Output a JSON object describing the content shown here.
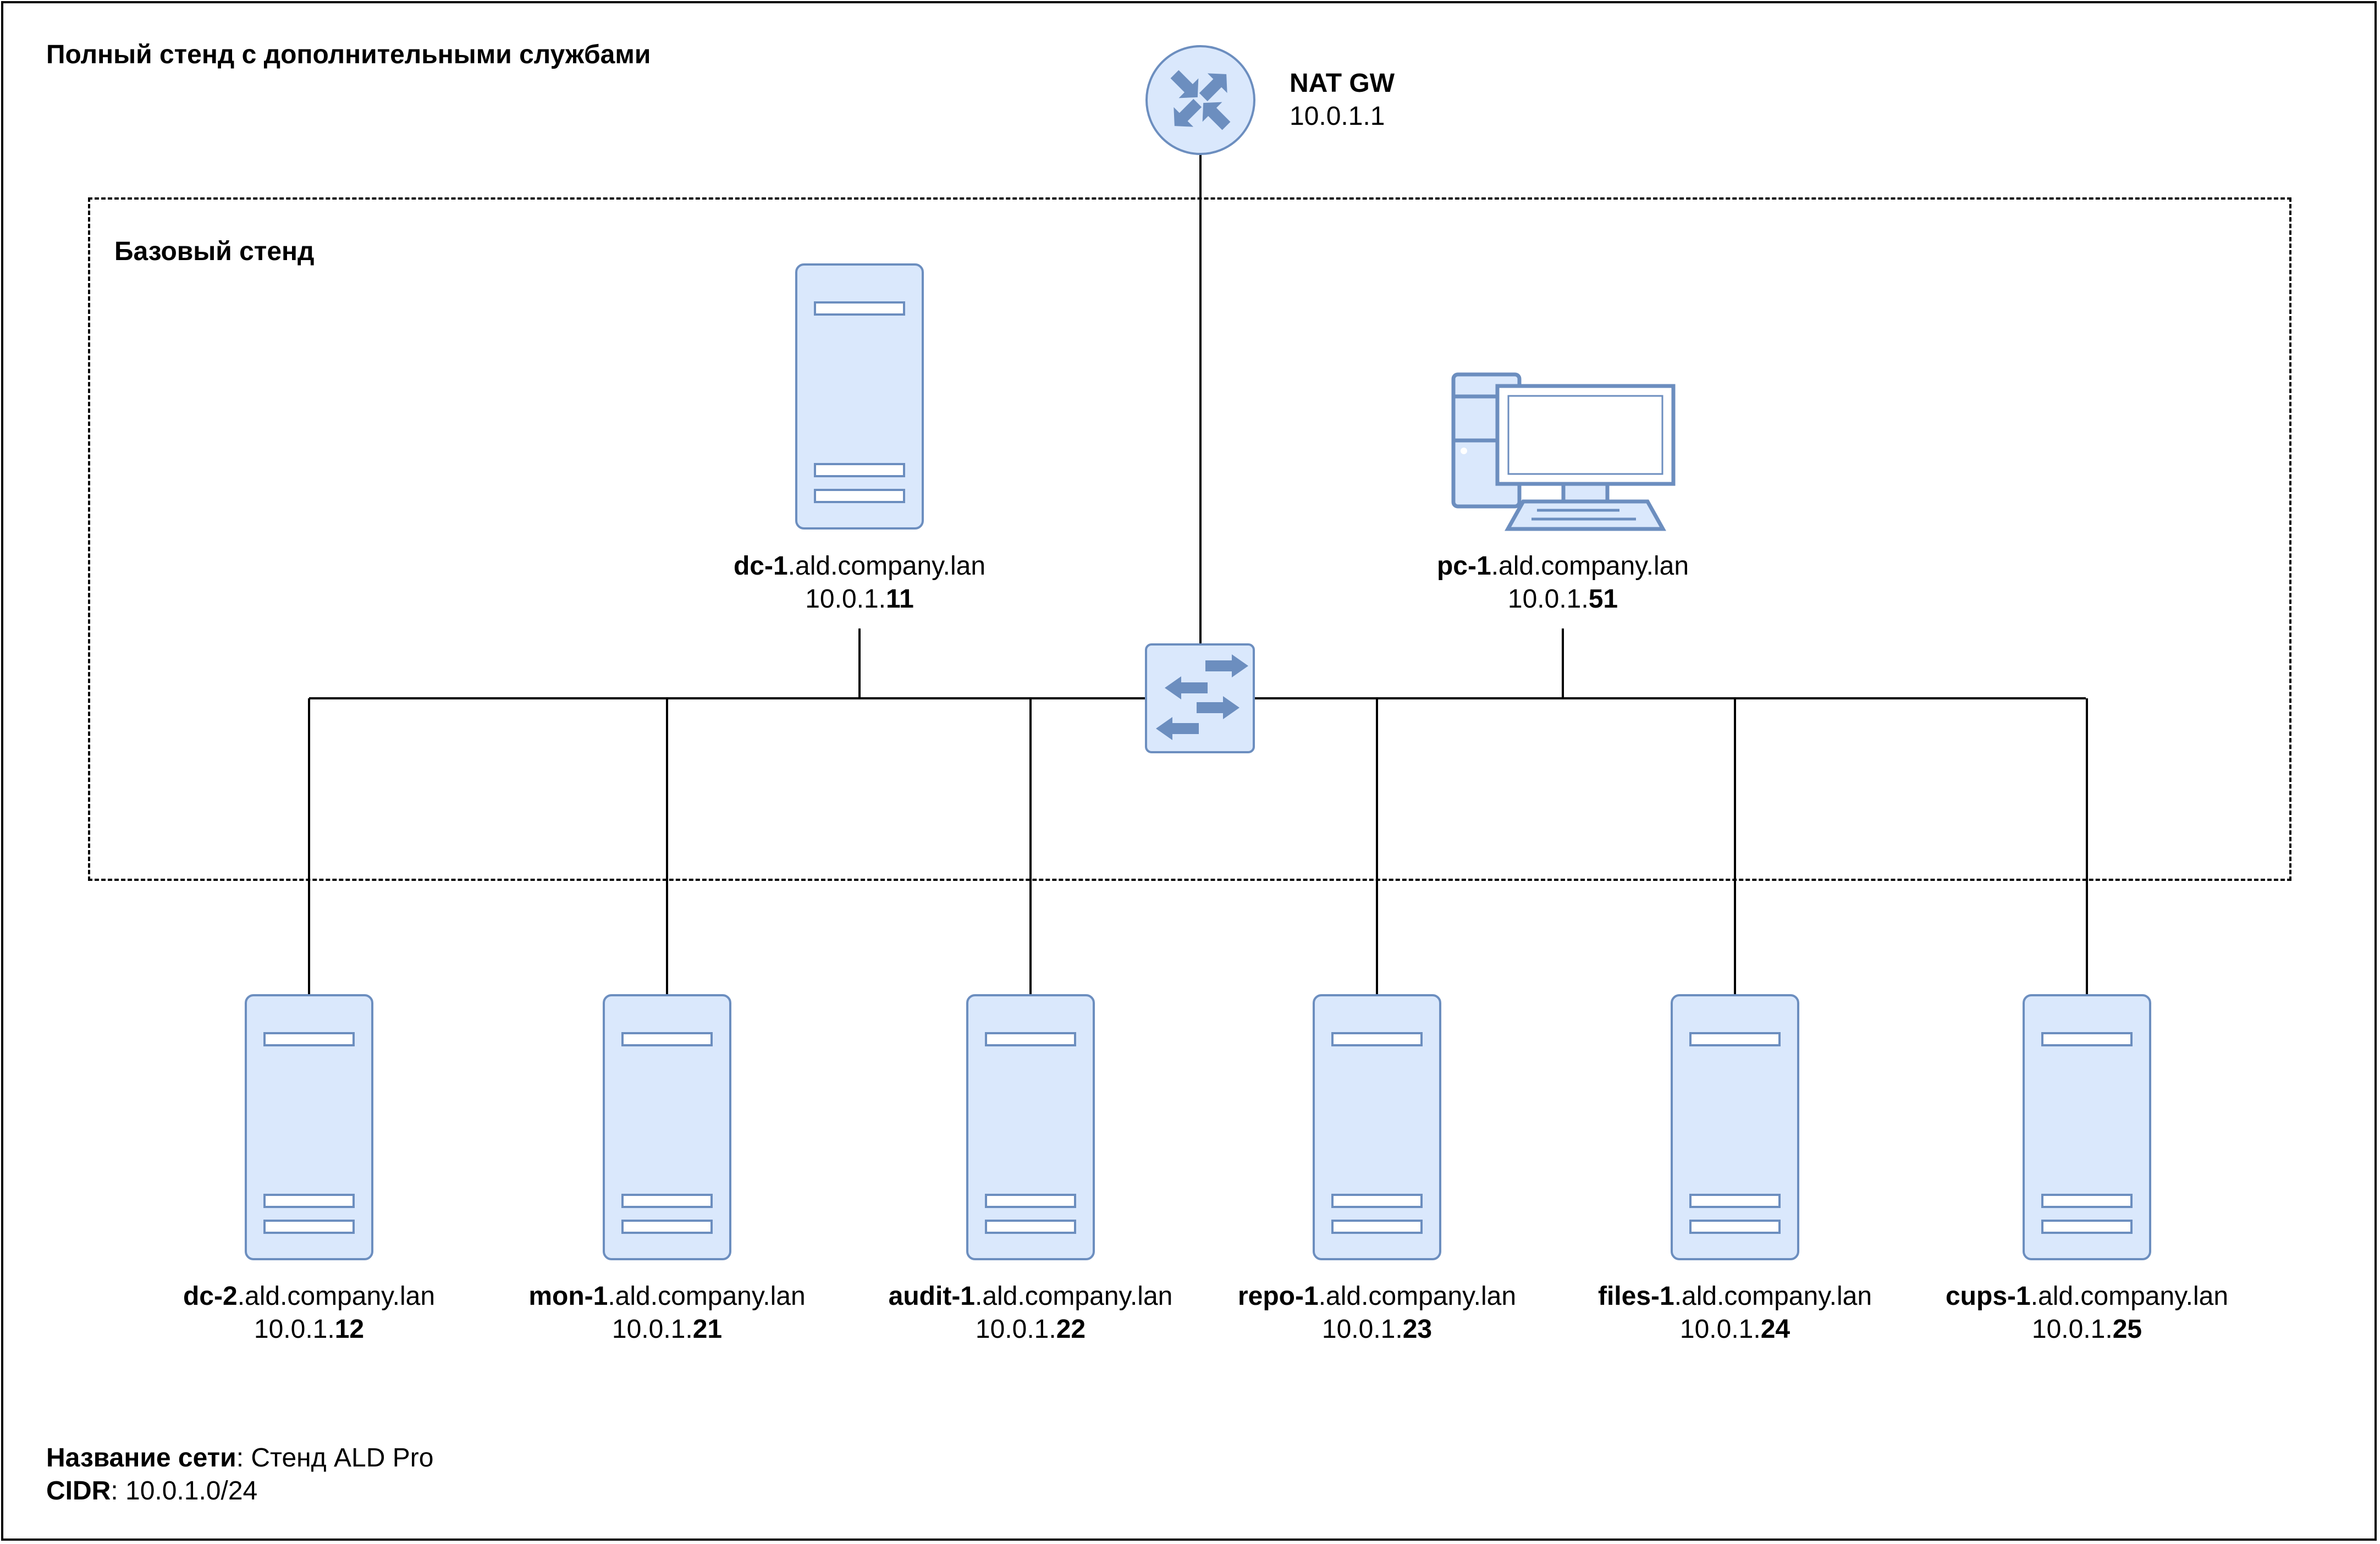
{
  "diagram": {
    "title": "Полный стенд с дополнительными службами",
    "group_label": "Базовый стенд",
    "gateway": {
      "name": "NAT GW",
      "ip": "10.0.1.1"
    },
    "nodes": [
      {
        "id": "dc-1",
        "host": "dc-1",
        "domain": ".ald.company.lan",
        "ip_prefix": "10.0.1.",
        "ip_suffix": "11"
      },
      {
        "id": "pc-1",
        "host": "pc-1",
        "domain": ".ald.company.lan",
        "ip_prefix": "10.0.1.",
        "ip_suffix": "51"
      },
      {
        "id": "dc-2",
        "host": "dc-2",
        "domain": ".ald.company.lan",
        "ip_prefix": "10.0.1.",
        "ip_suffix": "12"
      },
      {
        "id": "mon-1",
        "host": "mon-1",
        "domain": ".ald.company.lan",
        "ip_prefix": "10.0.1.",
        "ip_suffix": "21"
      },
      {
        "id": "audit-1",
        "host": "audit-1",
        "domain": ".ald.company.lan",
        "ip_prefix": "10.0.1.",
        "ip_suffix": "22"
      },
      {
        "id": "repo-1",
        "host": "repo-1",
        "domain": ".ald.company.lan",
        "ip_prefix": "10.0.1.",
        "ip_suffix": "23"
      },
      {
        "id": "files-1",
        "host": "files-1",
        "domain": ".ald.company.lan",
        "ip_prefix": "10.0.1.",
        "ip_suffix": "24"
      },
      {
        "id": "cups-1",
        "host": "cups-1",
        "domain": ".ald.company.lan",
        "ip_prefix": "10.0.1.",
        "ip_suffix": "25"
      }
    ],
    "network": {
      "name_label": "Название сети",
      "name_value": ": Стенд ALD Pro",
      "cidr_label": "CIDR",
      "cidr_value": ": 10.0.1.0/24"
    },
    "colors": {
      "fill": "#dae8fc",
      "stroke": "#6c8ebf",
      "line": "#000000"
    },
    "icons": {
      "gateway": "router-icon",
      "switch": "switch-icon",
      "server": "server-icon",
      "pc": "desktop-pc-icon"
    }
  }
}
